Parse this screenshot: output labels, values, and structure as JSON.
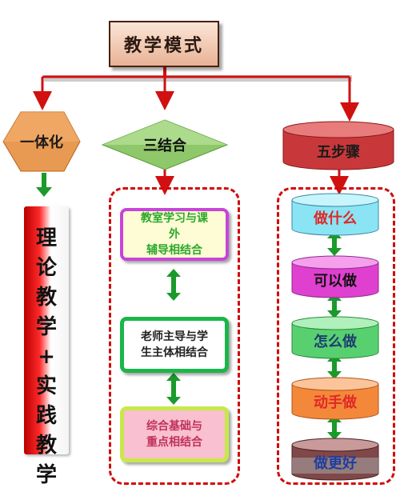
{
  "title": "教学模式",
  "branches": {
    "left": {
      "label": "一体化",
      "column_chars": [
        "理",
        "论",
        "教",
        "学",
        "+",
        "实",
        "践",
        "教",
        "学"
      ]
    },
    "middle": {
      "label": "三结合",
      "items": [
        {
          "lines": [
            "教室学习与课外",
            "辅导相结合"
          ]
        },
        {
          "lines": [
            "老师主导与学",
            "生主体相结合"
          ]
        },
        {
          "lines": [
            "综合基础与",
            "重点相结合"
          ]
        }
      ]
    },
    "right": {
      "label": "五步骤",
      "steps": [
        "做什么",
        "可以做",
        "怎么做",
        "动手做",
        "做更好"
      ]
    }
  },
  "colors": {
    "connector_red": "#d11010",
    "dashed_border": "#d10a0a",
    "arrow_green": "#1a9a2a",
    "title_fill": "#e8b296",
    "hexagon": "#e89a52",
    "diamond": "#8fc86a",
    "right_cylinder": "#c8383a",
    "box1_fill": "#fdfcd4",
    "box1_border": "#c844d8",
    "box1_text": "#2aa82a",
    "box2_fill": "#ffffff",
    "box2_border": "#1ab64a",
    "box2_text": "#222222",
    "box3_fill": "#f8c0d0",
    "box3_border": "#c8e84a",
    "box3_text": "#c0305a",
    "step1_fill": "#8ae4f4",
    "step1_text": "#e02828",
    "step2_fill": "#e040d0",
    "step2_text": "#111111",
    "step3_fill": "#58d070",
    "step3_text": "#1e3e70",
    "step4_fill": "#f4883a",
    "step4_text": "#e02828",
    "step5_fill": "#804848",
    "step5_text": "#1e3ea0"
  }
}
